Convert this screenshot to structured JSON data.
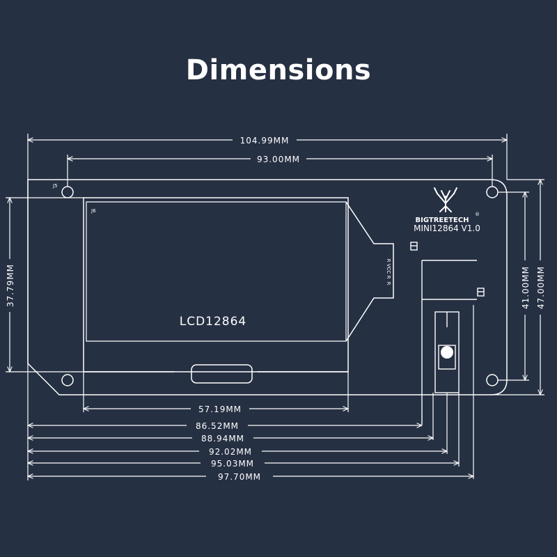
{
  "title": "Dimensions",
  "board": {
    "brand": "BIGTREETECH",
    "registered": "®",
    "model": "MINI12864 V1.0",
    "lcd_label": "LCD12864",
    "silkscreen_j5": "J5",
    "silkscreen_j6": "J6",
    "pin_labels": [
      "R",
      "VCC",
      "R",
      "R"
    ]
  },
  "dimensions": {
    "total_width": "104.99MM",
    "hole_spacing_width": "93.00MM",
    "lcd_width": "57.19MM",
    "to_encoder_edge": "86.52MM",
    "to_encoder_body": "88.94MM",
    "to_encoder_center": "92.02MM",
    "to_encoder_far": "95.03MM",
    "to_board_right": "97.70MM",
    "lcd_height": "37.79MM",
    "hole_spacing_height": "41.00MM",
    "total_height": "47.00MM"
  },
  "colors": {
    "background": "#263043",
    "line": "#ffffff"
  }
}
